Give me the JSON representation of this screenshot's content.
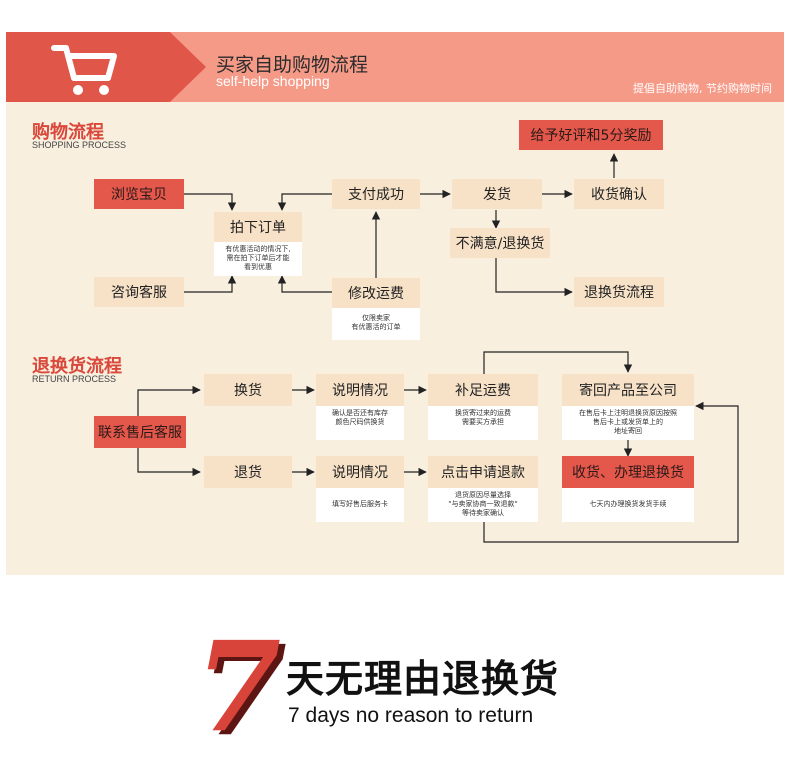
{
  "banner": {
    "title": "买家自助购物流程",
    "subtitle": "self-help shopping",
    "slogan": "提倡自助购物, 节约购物时间",
    "icon": "shopping-cart-icon"
  },
  "shopping": {
    "title": "购物流程",
    "subtitle": "SHOPPING PROCESS",
    "browse": "浏览宝贝",
    "consult": "咨询客服",
    "order": "拍下订单",
    "order_note": "有优惠活动的情况下,\n需在拍下订单后才能\n看到优惠",
    "pay": "支付成功",
    "modify": "修改运费",
    "modify_note": "仅限卖家\n有优惠活的订单",
    "ship": "发货",
    "confirm": "收货确认",
    "review": "给予好评和5分奖励",
    "unsatisfied": "不满意/退换货",
    "return_flow": "退换货流程"
  },
  "returns": {
    "title": "退换货流程",
    "subtitle": "RETURN PROCESS",
    "contact": "联系售后客服",
    "exchange": "换货",
    "refund": "退货",
    "explain1": "说明情况",
    "explain1_note": "确认是否还有库存\n颜色尺码供换货",
    "explain2": "说明情况",
    "explain2_note": "填写好售后服务卡",
    "pay_freight": "补足运费",
    "pay_freight_note": "换货寄过来的运费\n需要买方承担",
    "apply_refund": "点击申请退款",
    "apply_refund_note": "退货原因尽量选择\n\"与卖家协商一致退款\"\n等待卖家确认",
    "send_back": "寄回产品至公司",
    "send_back_note": "在售后卡上注明退换货原因按照\n售后卡上或发货单上的\n地址寄回",
    "receive": "收货、办理退换货",
    "receive_note": "七天内办理换货发货手续"
  },
  "footer": {
    "number": "7",
    "title": "天无理由退换货",
    "subtitle": "7 days no reason to return"
  },
  "colors": {
    "accent_red": "#e0574a",
    "banner_pink": "#f69a88",
    "panel_bg": "#f8efdf",
    "box_cream": "#f7e2c8"
  }
}
